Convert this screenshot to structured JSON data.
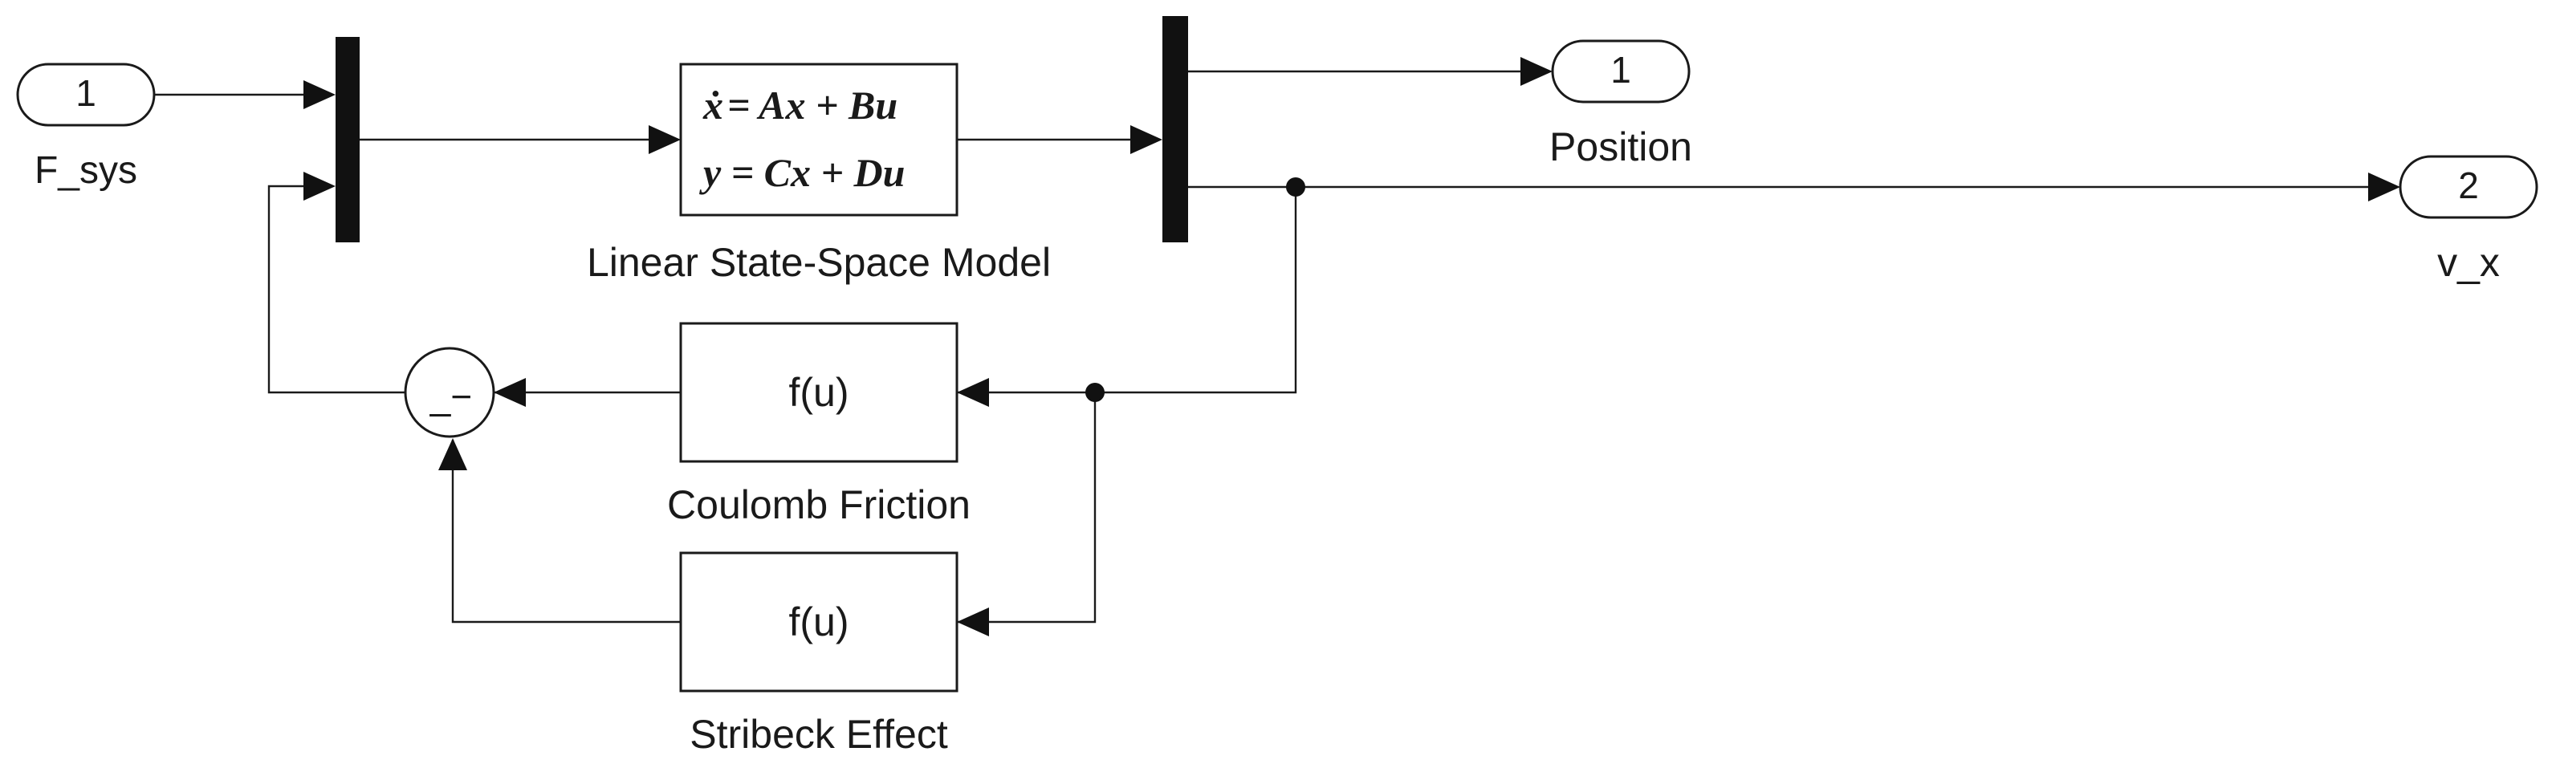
{
  "inports": [
    {
      "number": "1",
      "label": "F_sys"
    }
  ],
  "outports": [
    {
      "number": "1",
      "label": "Position"
    },
    {
      "number": "2",
      "label": "v_x"
    }
  ],
  "state_space": {
    "label": "Linear State-Space Model",
    "eq_x_lhs": "ẋ",
    "eq_x_rhs": "= Ax + Bu",
    "eq_y": "y = Cx + Du"
  },
  "sum": {
    "signs": "_−"
  },
  "fcn_blocks": [
    {
      "expr": "f(u)",
      "label": "Coulomb Friction"
    },
    {
      "expr": "f(u)",
      "label": "Stribeck Effect"
    }
  ]
}
